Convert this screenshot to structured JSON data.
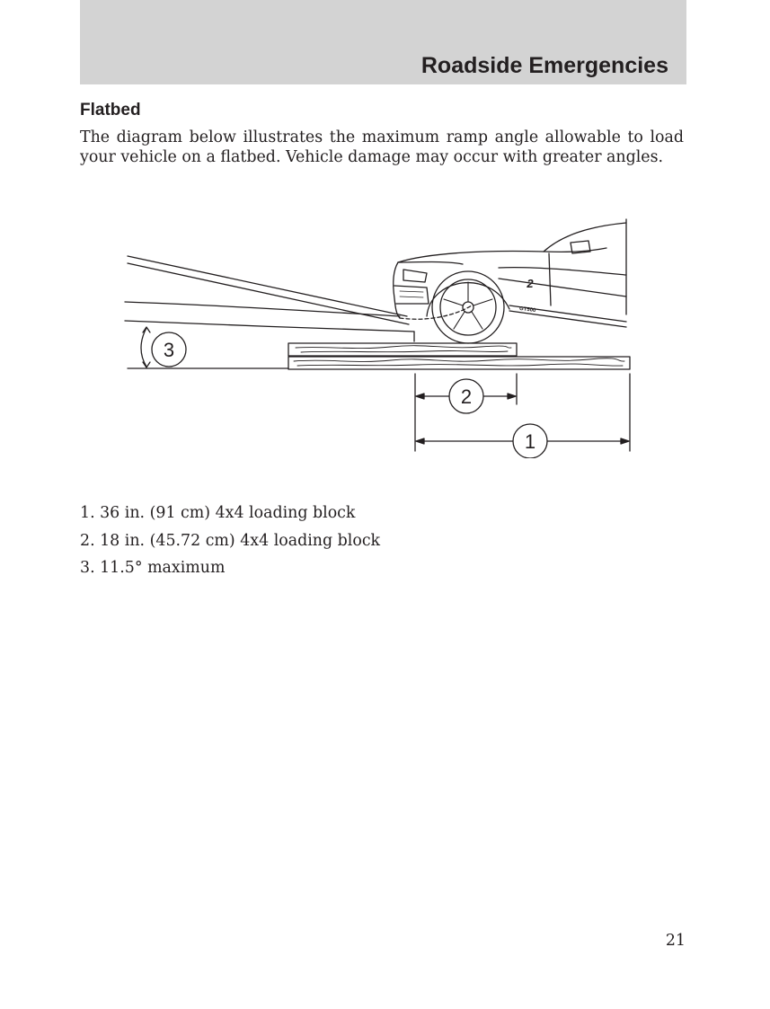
{
  "header": {
    "section_title": "Roadside Emergencies"
  },
  "content": {
    "heading": "Flatbed",
    "intro": "The diagram below illustrates the maximum ramp angle allowable to load your vehicle on a flatbed. Vehicle damage may occur with greater angles."
  },
  "diagram": {
    "callouts": [
      "3",
      "2",
      "1"
    ],
    "badge_text": "GT500",
    "fender_digit": "2"
  },
  "legend": [
    {
      "text": "1. 36 in. (91 cm) 4x4 loading block"
    },
    {
      "text": "2. 18 in. (45.72 cm) 4x4 loading block"
    },
    {
      "text": "3. 11.5° maximum"
    }
  ],
  "footer": {
    "page_number": "21"
  },
  "colors": {
    "header_band": "#d3d3d3",
    "text": "#231f20",
    "line_art": "#231f20"
  }
}
